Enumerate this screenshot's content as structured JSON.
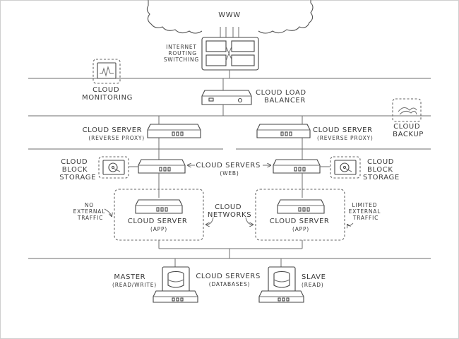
{
  "labels": {
    "internet": "WWW",
    "routing": [
      "INTERNET",
      "ROUTING",
      "SWITCHING"
    ],
    "monitoring": [
      "CLOUD",
      "MONITORING"
    ],
    "load_balancer": [
      "CLOUD LOAD",
      "BALANCER"
    ],
    "backup": [
      "CLOUD",
      "BACKUP"
    ],
    "proxy_left": [
      "CLOUD SERVER",
      "(REVERSE PROXY)"
    ],
    "proxy_right": [
      "CLOUD SERVER",
      "(REVERSE PROXY)"
    ],
    "block_storage_left": [
      "CLOUD",
      "BLOCK",
      "STORAGE"
    ],
    "block_storage_right": [
      "CLOUD",
      "BLOCK",
      "STORAGE"
    ],
    "web_servers": [
      "CLOUD SERVERS",
      "(WEB)"
    ],
    "no_external": [
      "NO",
      "EXTERNAL",
      "TRAFFIC"
    ],
    "limited_external": [
      "LIMITED",
      "EXTERNAL",
      "TRAFFIC"
    ],
    "app_left": [
      "CLOUD SERVER",
      "(APP)"
    ],
    "app_right": [
      "CLOUD SERVER",
      "(APP)"
    ],
    "networks": [
      "CLOUD",
      "NETWORKS"
    ],
    "master": [
      "MASTER",
      "(READ/WRITE)"
    ],
    "slave": [
      "SLAVE",
      "(READ)"
    ],
    "db_servers": [
      "CLOUD SERVERS",
      "(DATABASES)"
    ]
  }
}
